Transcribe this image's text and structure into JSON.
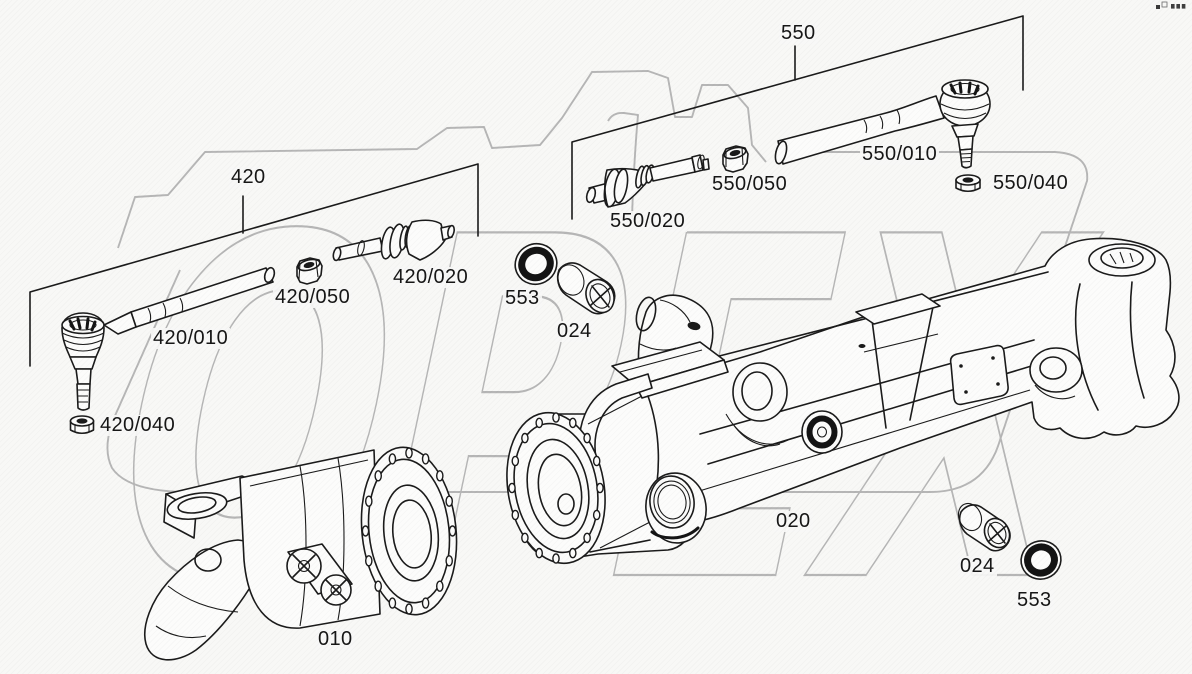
{
  "watermark": {
    "text": "OPEX",
    "color": "#b6b6b6"
  },
  "assemblies": {
    "tie_rod_550": {
      "label": "550",
      "parts": {
        "rod": "550/010",
        "axial_joint": "550/020",
        "nut": "550/040",
        "lock_nut": "550/050"
      }
    },
    "tie_rod_420": {
      "label": "420",
      "parts": {
        "rod": "420/010",
        "axial_joint": "420/020",
        "nut": "420/040",
        "lock_nut": "420/050"
      }
    },
    "axle_housing": {
      "label": "020"
    },
    "drive_flange": {
      "label": "010"
    },
    "seal_upper": {
      "label": "553"
    },
    "bushing_upper": {
      "label": "024"
    },
    "bushing_lower": {
      "label": "024"
    },
    "seal_lower": {
      "label": "553"
    }
  }
}
